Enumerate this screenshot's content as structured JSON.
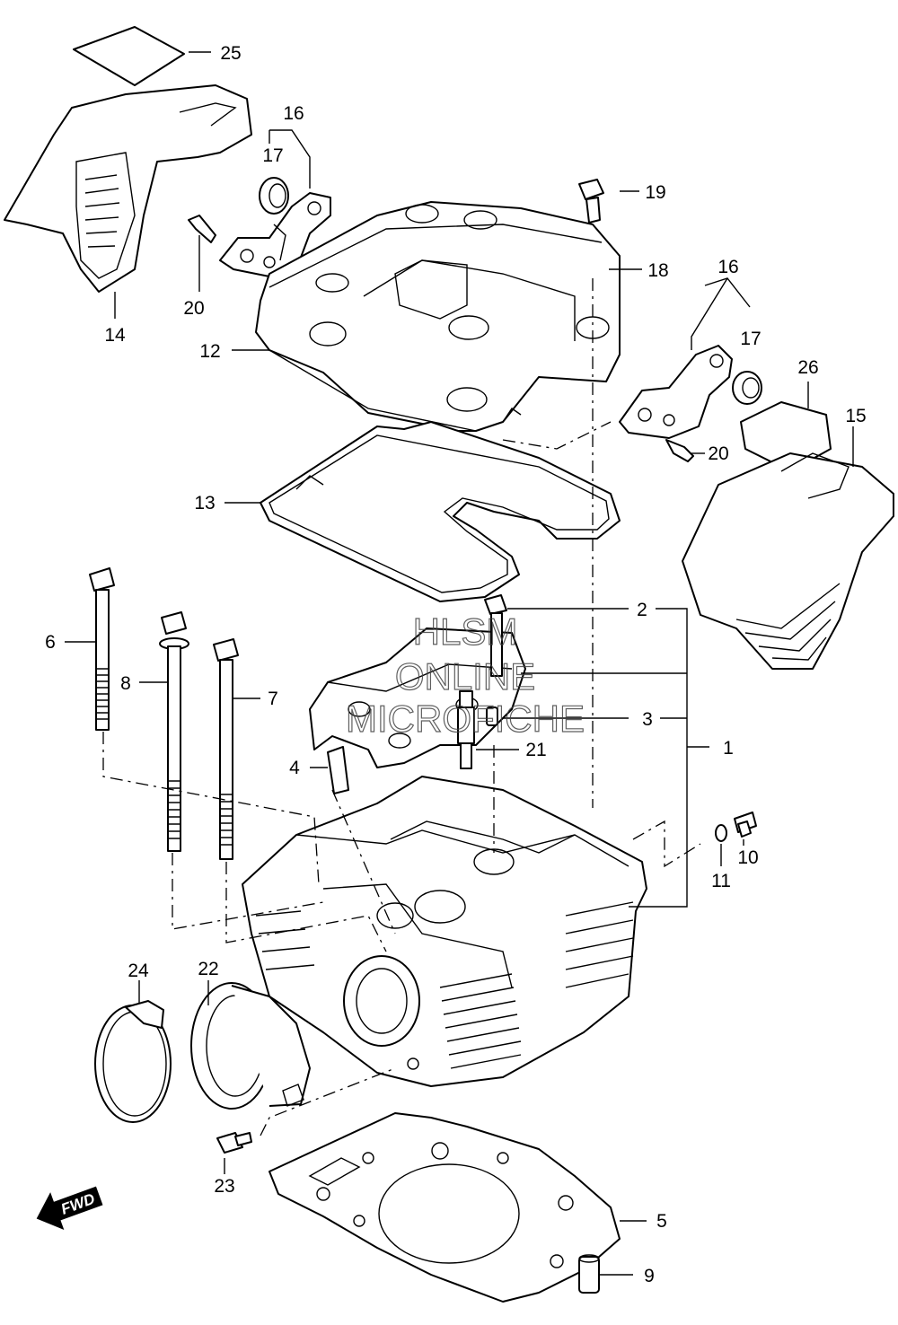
{
  "watermark": {
    "line1": "HLSM",
    "line2": "ONLINE",
    "line3": "MICROFICHE"
  },
  "direction_label": "FWD",
  "callouts": {
    "c1": "1",
    "c2": "2",
    "c3": "3",
    "c4": "4",
    "c5": "5",
    "c6": "6",
    "c7": "7",
    "c8": "8",
    "c9": "9",
    "c10": "10",
    "c11": "11",
    "c12": "12",
    "c13": "13",
    "c14": "14",
    "c15": "15",
    "c16a": "16",
    "c16b": "16",
    "c17a": "17",
    "c17b": "17",
    "c18": "18",
    "c19": "19",
    "c20a": "20",
    "c20b": "20",
    "c21": "21",
    "c22": "22",
    "c23": "23",
    "c24": "24",
    "c25": "25",
    "c26": "26"
  }
}
